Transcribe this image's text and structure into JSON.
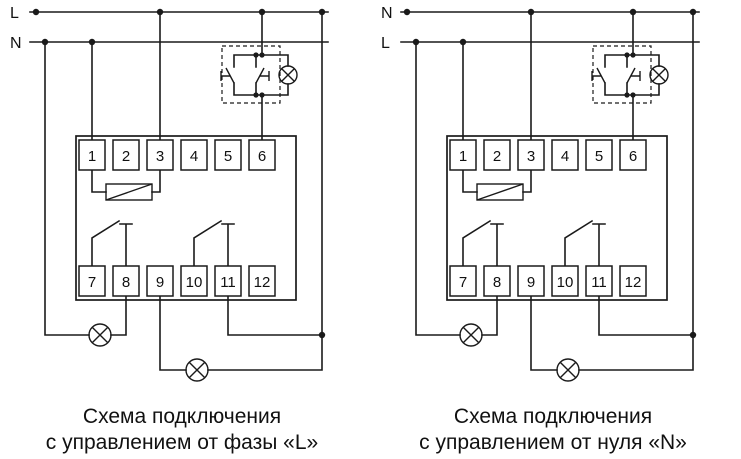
{
  "diagrams": [
    {
      "id": "left",
      "top_rail_label": "L",
      "bottom_rail_label": "N",
      "caption": [
        "Схема подключения",
        "с управлением от фазы «L»"
      ]
    },
    {
      "id": "right",
      "top_rail_label": "N",
      "bottom_rail_label": "L",
      "caption": [
        "Схема подключения",
        "с управлением от нуля «N»"
      ]
    }
  ],
  "device": {
    "terminals_top": [
      "1",
      "2",
      "3",
      "4",
      "5",
      "6"
    ],
    "terminals_bottom": [
      "7",
      "8",
      "9",
      "10",
      "11",
      "12"
    ]
  },
  "icons": {
    "lamp": "lamp-crossed-circle-icon",
    "coil": "relay-coil-icon",
    "buttons": "push-button-no-icon"
  },
  "colors": {
    "line": "#1a1a1a",
    "background": "#ffffff"
  }
}
